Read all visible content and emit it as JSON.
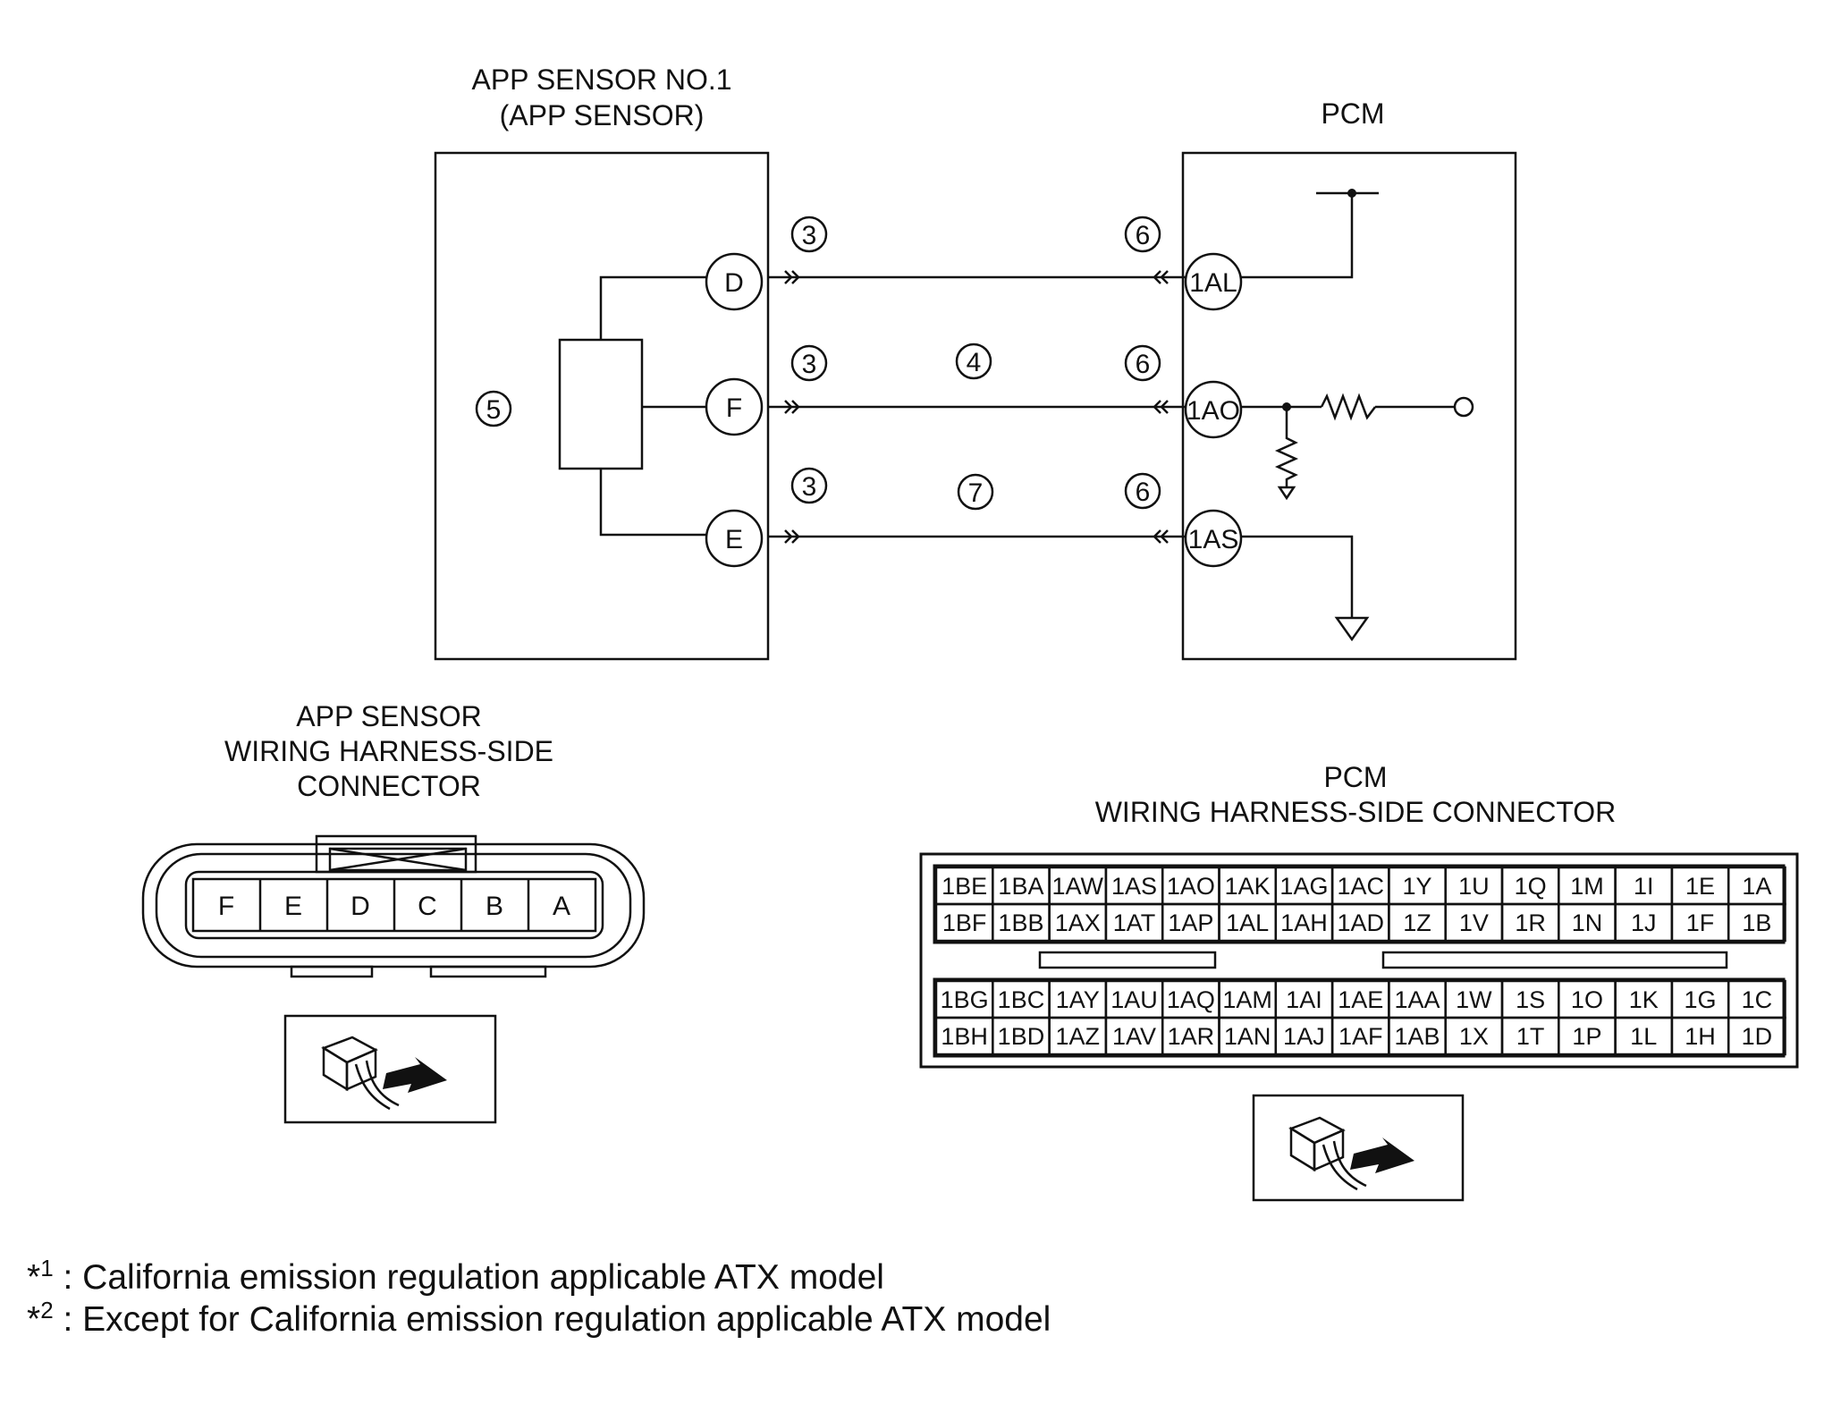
{
  "titles": {
    "sensor_line1": "APP SENSOR NO.1",
    "sensor_line2": "(APP SENSOR)",
    "pcm": "PCM",
    "sensor_conn_line1": "APP SENSOR",
    "sensor_conn_line2": "WIRING HARNESS-SIDE",
    "sensor_conn_line3": "CONNECTOR",
    "pcm_conn_line1": "PCM",
    "pcm_conn_line2": "WIRING HARNESS-SIDE CONNECTOR"
  },
  "sensor_terminals": {
    "d": "D",
    "f": "F",
    "e": "E"
  },
  "pcm_terminals": {
    "al": "1AL",
    "ao": "1AO",
    "as": "1AS"
  },
  "circled_numbers": {
    "n3": "3",
    "n4": "4",
    "n5": "5",
    "n6": "6",
    "n7": "7"
  },
  "sensor_connector_pins": [
    "F",
    "E",
    "D",
    "C",
    "B",
    "A"
  ],
  "pcm_connector": {
    "upper": [
      [
        "1BE",
        "1BA",
        "1AW",
        "1AS",
        "1AO",
        "1AK",
        "1AG",
        "1AC",
        "1Y",
        "1U",
        "1Q",
        "1M",
        "1I",
        "1E",
        "1A"
      ],
      [
        "1BF",
        "1BB",
        "1AX",
        "1AT",
        "1AP",
        "1AL",
        "1AH",
        "1AD",
        "1Z",
        "1V",
        "1R",
        "1N",
        "1J",
        "1F",
        "1B"
      ]
    ],
    "lower": [
      [
        "1BG",
        "1BC",
        "1AY",
        "1AU",
        "1AQ",
        "1AM",
        "1AI",
        "1AE",
        "1AA",
        "1W",
        "1S",
        "1O",
        "1K",
        "1G",
        "1C"
      ],
      [
        "1BH",
        "1BD",
        "1AZ",
        "1AV",
        "1AR",
        "1AN",
        "1AJ",
        "1AF",
        "1AB",
        "1X",
        "1T",
        "1P",
        "1L",
        "1H",
        "1D"
      ]
    ]
  },
  "notes": [
    {
      "mark": "*",
      "sup": "1",
      "text": ": California emission regulation applicable ATX model"
    },
    {
      "mark": "*",
      "sup": "2",
      "text": ": Except for California emission regulation applicable ATX model"
    }
  ]
}
